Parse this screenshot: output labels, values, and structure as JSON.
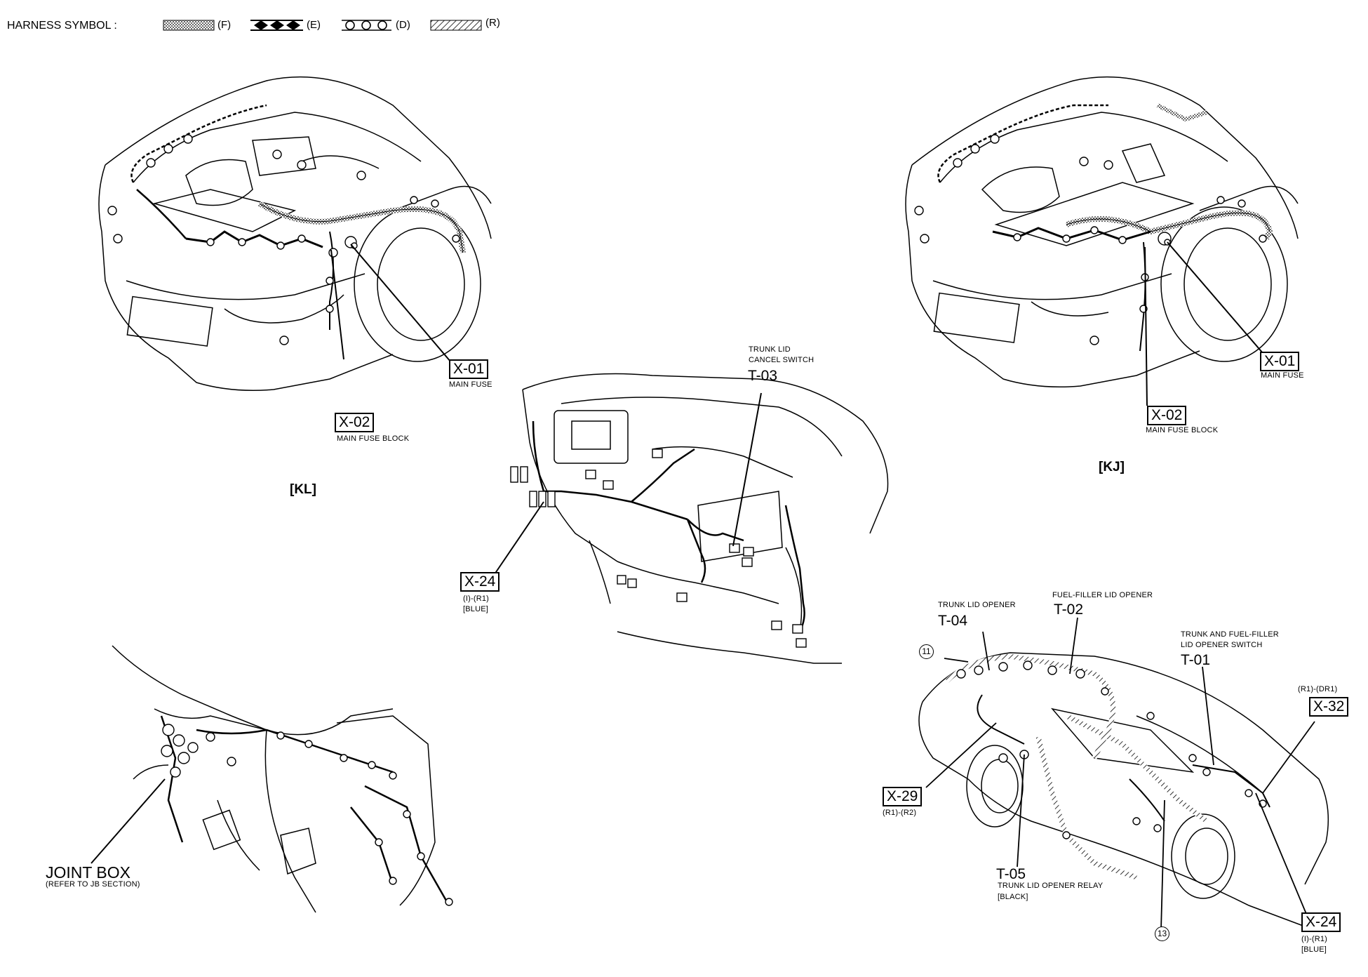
{
  "legend": {
    "title": "HARNESS SYMBOL :",
    "symbols": [
      {
        "code": "(F)",
        "pattern": "dotted-fill"
      },
      {
        "code": "(E)",
        "pattern": "diamonds"
      },
      {
        "code": "(D)",
        "pattern": "circles"
      },
      {
        "code": "(R)",
        "pattern": "hatched"
      }
    ]
  },
  "variants": {
    "left": "[KL]",
    "right": "[KJ]"
  },
  "engine_left": {
    "x01": {
      "code": "X-01",
      "desc": "MAIN FUSE"
    },
    "x02": {
      "code": "X-02",
      "desc": "MAIN FUSE BLOCK"
    }
  },
  "engine_right": {
    "x01": {
      "code": "X-01",
      "desc": "MAIN FUSE"
    },
    "x02": {
      "code": "X-02",
      "desc": "MAIN FUSE BLOCK"
    }
  },
  "dashboard": {
    "t03": {
      "line1": "TRUNK LID",
      "line2": "CANCEL SWITCH",
      "code": "T-03"
    },
    "x24": {
      "code": "X-24",
      "sub": "(I)-(R1)",
      "color": "[BLUE]"
    }
  },
  "joint_box": {
    "title": "JOINT BOX",
    "note": "(REFER TO JB SECTION)"
  },
  "body_view": {
    "t04": {
      "label": "TRUNK LID OPENER",
      "code": "T-04"
    },
    "t02": {
      "label": "FUEL-FILLER LID OPENER",
      "code": "T-02"
    },
    "t01": {
      "line1": "TRUNK AND FUEL-FILLER",
      "line2": "LID OPENER SWITCH",
      "code": "T-01"
    },
    "x32": {
      "sub": "(R1)-(DR1)",
      "code": "X-32"
    },
    "x29": {
      "code": "X-29",
      "sub": "(R1)-(R2)"
    },
    "t05": {
      "code": "T-05",
      "line1": "TRUNK LID OPENER RELAY",
      "line2": "[BLACK]"
    },
    "x24": {
      "code": "X-24",
      "sub": "(I)-(R1)",
      "color": "[BLUE]"
    },
    "circle11": "11",
    "circle13": "13"
  },
  "colors": {
    "ink": "#000000",
    "paper": "#ffffff",
    "harness_fill": "#9a9a9a"
  }
}
